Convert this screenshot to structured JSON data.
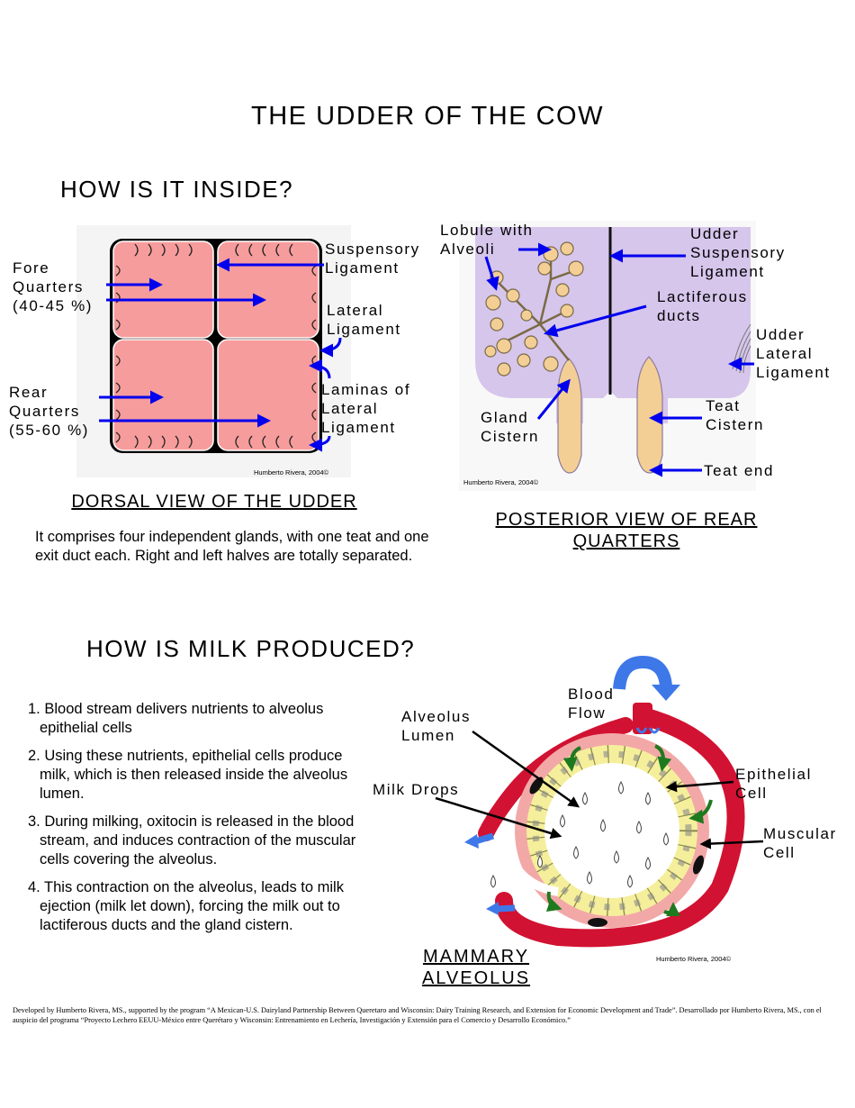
{
  "page": {
    "title": "THE UDDER OF THE COW",
    "section1_heading": "HOW IS IT INSIDE?",
    "section2_heading": "HOW IS MILK PRODUCED?"
  },
  "dorsal": {
    "labels": {
      "fore": "Fore\nQuarters\n(40-45 %)",
      "rear": "Rear\nQuarters\n(55-60 %)",
      "suspensory": "Suspensory\nLigament",
      "lateral": "Lateral\nLigament",
      "laminas": "Laminas of\nLateral\nLigament"
    },
    "credit": "Humberto Rivera, 2004©",
    "caption": "DORSAL VIEW OF THE UDDER",
    "description": "It comprises four independent glands, with one teat and one exit duct each. Right and left halves are totally separated."
  },
  "posterior": {
    "labels": {
      "lobule": "Lobule with\nAlveoli",
      "udder_suspensory": "Udder\nSuspensory\nLigament",
      "lactiferous": "Lactiferous\nducts",
      "udder_lateral": "Udder\nLateral\nLigament",
      "gland_cistern": "Gland\nCistern",
      "teat_cistern": "Teat\nCistern",
      "teat_end": "Teat end"
    },
    "credit": "Humberto Rivera, 2004©",
    "caption": "POSTERIOR VIEW OF REAR QUARTERS"
  },
  "production": {
    "steps": [
      "1. Blood stream delivers nutrients to alveolus epithelial cells",
      "2. Using these nutrients, epithelial cells produce milk, which is then released inside the alveolus lumen.",
      "3. During milking, oxitocin is released in the blood stream, and induces contraction of the muscular cells covering the alveolus.",
      "4. This contraction on the alveolus, leads to milk ejection (milk let down), forcing the milk out to lactiferous ducts and the gland cistern."
    ]
  },
  "alveolus": {
    "labels": {
      "blood_flow": "Blood\nFlow",
      "lumen": "Alveolus\nLumen",
      "milk_drops": "Milk Drops",
      "epithelial": "Epithelial\nCell",
      "muscular": "Muscular\nCell"
    },
    "credit": "Humberto Rivera, 2004©",
    "caption": "MAMMARY\nALVEOLUS"
  },
  "footer": "Developed by Humberto Rivera, MS., supported by the program “A Mexican-U.S. Dairyland Partnership Between Queretaro and Wisconsin: Dairy Training Research, and Extension for Economic Development and Trade”.  Desarrollado por Humberto Rivera, MS., con el auspicio del programa “Proyecto Lechero EEUU-México entre Querétaro y Wisconsin: Entrenamiento en Lechería, Investigación y Extensión para el Comercio  y Desarrollo Económico.”",
  "colors": {
    "arrow_blue": "#0000ee",
    "quarter_pink": "#f79c9c",
    "udder_lilac": "#d6c6ec",
    "gland_tan": "#f3cf96",
    "blood_red": "#d21232",
    "epithelial_yellow": "#f5ef9b",
    "green_arrow": "#1e7a1e",
    "blue_flow": "#3e78e8"
  }
}
